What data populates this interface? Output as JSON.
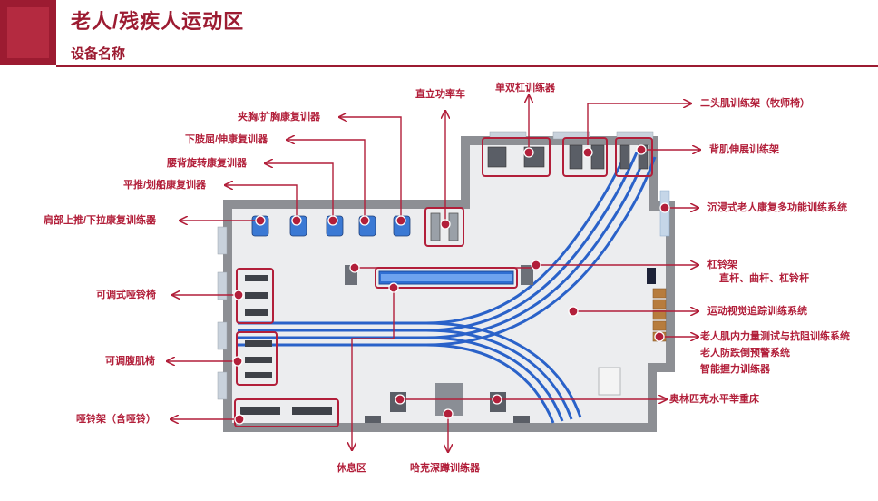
{
  "header": {
    "title": "老人/残疾人运动区",
    "subtitle": "设备名称"
  },
  "colors": {
    "accent": "#b21f3a",
    "track": "#2a62c9",
    "floor": "#ecedef",
    "wall": "#8d8f94"
  },
  "labels": {
    "top_center_1": "直立功率车",
    "top_center_2": "单双杠训练器",
    "right_1": "二头肌训练架（牧师椅）",
    "right_2": "背肌伸展训练架",
    "right_3": "沉浸式老人康复多功能训练系统",
    "right_4": "杠铃架",
    "right_4b": "直杆、曲杆、杠铃杆",
    "right_5": "运动视觉追踪训练系统",
    "right_6": "老人肌内力量测试与抗阻训练系统",
    "right_6b": "老人防跌倒预警系统",
    "right_6c": "智能握力训练器",
    "right_7": "奥林匹克水平举重床",
    "left_1": "夹胸/扩胸康复训器",
    "left_2": "下肢屈/伸康复训器",
    "left_3": "腰背旋转康复训器",
    "left_4": "平推/划船康复训器",
    "left_5": "肩部上推/下拉康复训练器",
    "left_6": "可调式哑铃椅",
    "left_7": "可调腹肌椅",
    "left_8": "哑铃架（含哑铃）",
    "bottom_1": "休息区",
    "bottom_2": "哈克深蹲训练器"
  }
}
